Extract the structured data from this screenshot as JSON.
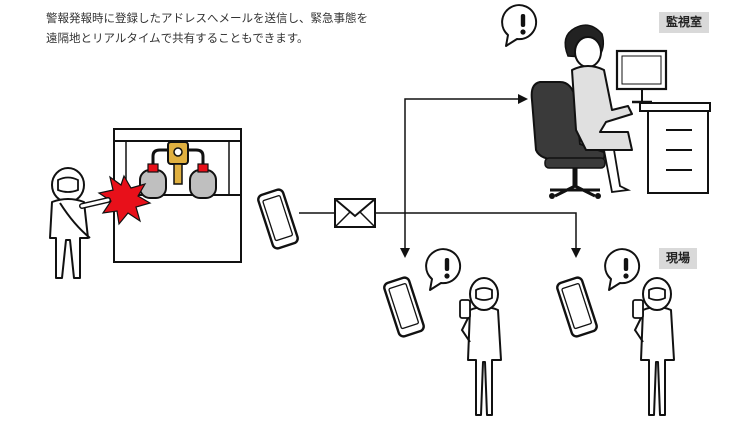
{
  "description": {
    "line1": "警報発報時に登録したアドレスへメールを送信し、緊急事態を",
    "line2": "遠隔地とリアルタイムで共有することもできます。"
  },
  "labels": {
    "monitoring_room": "監視室",
    "field_site": "現場"
  },
  "symbols": {
    "alert": "!"
  },
  "colors": {
    "alarm": "#e8101a",
    "gas_head": "#e0b040",
    "tag_bg": "#d9d9d9",
    "stroke": "#111111"
  }
}
